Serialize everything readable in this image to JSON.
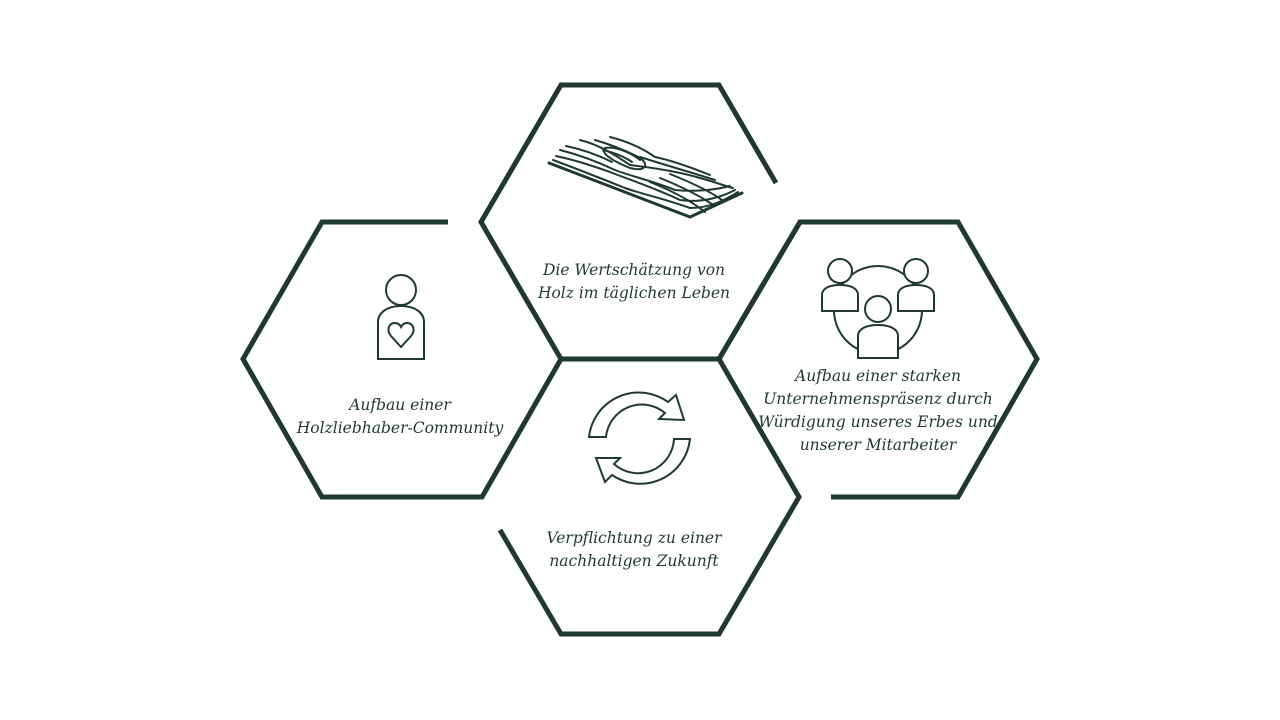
{
  "diagram": {
    "title": "",
    "accent_color": "#1f3a2d",
    "background_color": "#ffffff",
    "nodes": [
      {
        "id": "top",
        "icon": "wood-plank-icon",
        "lines": [
          "Die Wertschätzung von",
          "Holz im täglichen Leben"
        ]
      },
      {
        "id": "left",
        "icon": "person-heart-icon",
        "lines": [
          "Aufbau einer",
          "Holzliebhaber-Community"
        ]
      },
      {
        "id": "right",
        "icon": "team-circle-icon",
        "lines": [
          "Aufbau einer starken",
          "Unternehmenspräsenz durch",
          "Würdigung unseres Erbes und",
          "unserer Mitarbeiter"
        ]
      },
      {
        "id": "bottom",
        "icon": "recycle-arrows-icon",
        "lines": [
          "Verpflichtung zu einer",
          "nachhaltigen Zukunft"
        ]
      }
    ]
  }
}
